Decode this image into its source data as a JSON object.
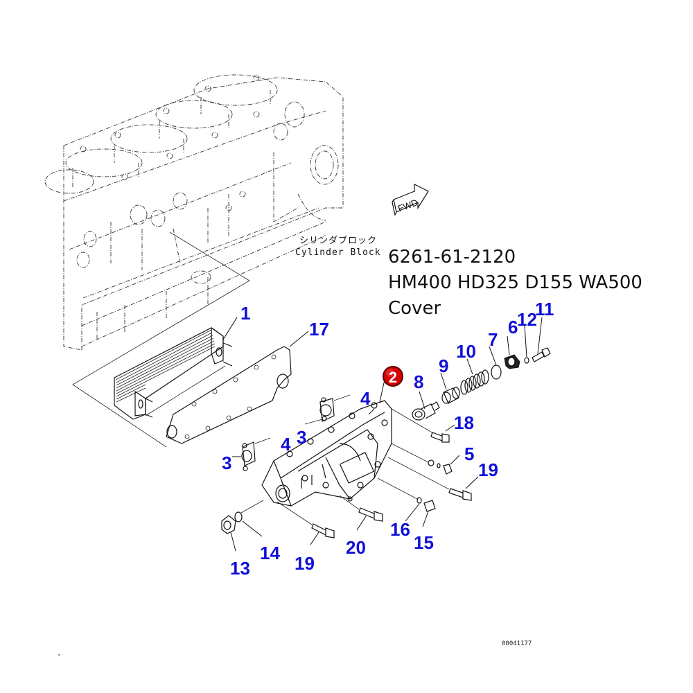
{
  "part_info": {
    "part_number": "6261-61-2120",
    "models": "HM400 HD325 D155 WA500",
    "name": "Cover"
  },
  "block_label": {
    "japanese": "シリンダブロック",
    "english": "Cylinder Block"
  },
  "fwd_label": "FWD",
  "highlighted_callout": "2",
  "highlight_color": "#d40000",
  "callout_color": "#1010d8",
  "callouts": {
    "c1": "1",
    "c17": "17",
    "c2": "2",
    "c8": "8",
    "c9": "9",
    "c10": "10",
    "c7": "7",
    "c6": "6",
    "c12": "12",
    "c11": "11",
    "c4a": "4",
    "c18": "18",
    "c4b": "4",
    "c3a": "3",
    "c3b": "3",
    "c5": "5",
    "c19a": "19",
    "c16": "16",
    "c15": "15",
    "c14": "14",
    "c13": "13",
    "c19b": "19",
    "c20": "20"
  },
  "drawing_number": "00041177"
}
